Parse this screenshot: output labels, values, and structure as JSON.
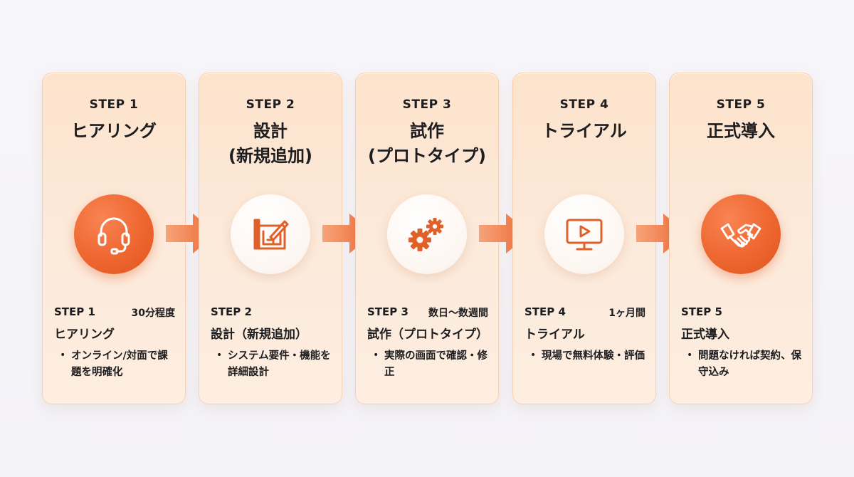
{
  "steps": [
    {
      "step": "STEP 1",
      "title_lines": [
        "ヒアリング"
      ],
      "icon": "headset-icon",
      "detail_step": "STEP 1",
      "duration": "30分程度",
      "detail_name": "ヒアリング",
      "bullet": "•",
      "detail_text": "オンライン/対面で課題を明確化"
    },
    {
      "step": "STEP 2",
      "title_lines": [
        "設計",
        "(新規追加)"
      ],
      "icon": "blueprint-pencil-icon",
      "detail_step": "STEP 2",
      "duration": "",
      "detail_name": "設計（新規追加）",
      "bullet": "•",
      "detail_text": "システム要件・機能を詳細設計"
    },
    {
      "step": "STEP 3",
      "title_lines": [
        "試作",
        "(プロトタイプ)"
      ],
      "icon": "gears-icon",
      "detail_step": "STEP 3",
      "duration": "数日〜数週間",
      "detail_name": "試作（プロトタイプ）",
      "bullet": "•",
      "detail_text": "実際の画面で確認・修正"
    },
    {
      "step": "STEP 4",
      "title_lines": [
        "トライアル"
      ],
      "icon": "monitor-play-icon",
      "detail_step": "STEP 4",
      "duration": "1ヶ月間",
      "detail_name": "トライアル",
      "bullet": "•",
      "detail_text": "現場で無料体験・評価"
    },
    {
      "step": "STEP 5",
      "title_lines": [
        "正式導入"
      ],
      "icon": "handshake-icon",
      "detail_step": "STEP 5",
      "duration": "",
      "detail_name": "正式導入",
      "bullet": "•",
      "detail_text": "問題なければ契約、保守込み"
    }
  ],
  "colors": {
    "accent": "#ee6630",
    "card_top": "#fde3cc",
    "card_bottom": "#fdeee1",
    "text": "#1d1d1f"
  }
}
